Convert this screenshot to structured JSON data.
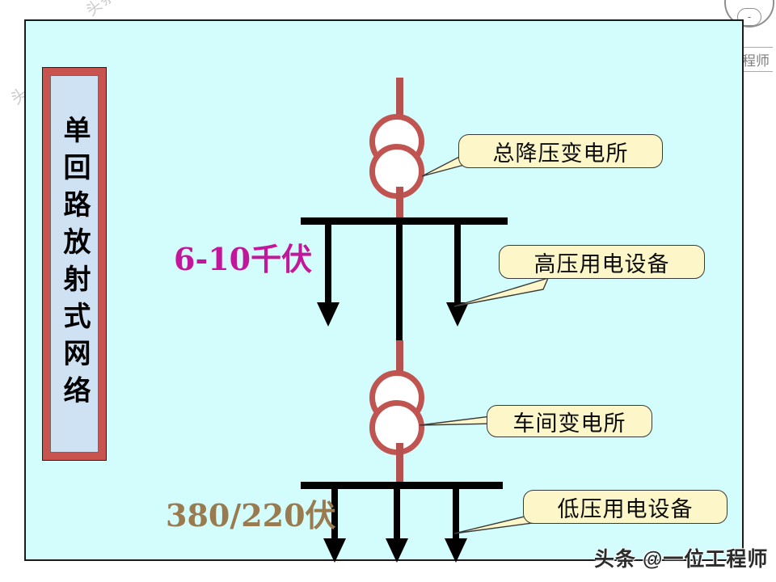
{
  "panel": {
    "background_color": "#d3fcfc",
    "border_color": "#1b1b1b"
  },
  "title_plaque": {
    "text": "单回路放射式网络",
    "frame_color": "#c9534f",
    "fill_color": "#cfe2f3"
  },
  "voltages": {
    "high": {
      "label": "6-10千伏",
      "color": "#c2179b"
    },
    "low": {
      "label": "380/220伏",
      "color": "#9a7b4f"
    }
  },
  "callouts": [
    {
      "id": "main-substation",
      "label": "总降压变电所"
    },
    {
      "id": "hv-equipment",
      "label": "高压用电设备"
    },
    {
      "id": "workshop-substation",
      "label": "车间变电所"
    },
    {
      "id": "lv-equipment",
      "label": "低压用电设备"
    }
  ],
  "symbols": {
    "transformer_main": "transformer-two-winding",
    "transformer_workshop": "transformer-two-winding",
    "busbar_hv": "busbar",
    "busbar_lv": "busbar",
    "feeder_arrow": "down-arrow",
    "transformer_stroke_color": "#bf5450",
    "conductor_red_color": "#b5524f",
    "conductor_black_color": "#000000",
    "callout_fill_color": "#fdf6c8"
  },
  "watermarks": {
    "top_left": "头条",
    "mid_left": "头条",
    "corner_dash": "-",
    "corner_text": "程师",
    "bottom_right": "头条 @一位工程师"
  }
}
